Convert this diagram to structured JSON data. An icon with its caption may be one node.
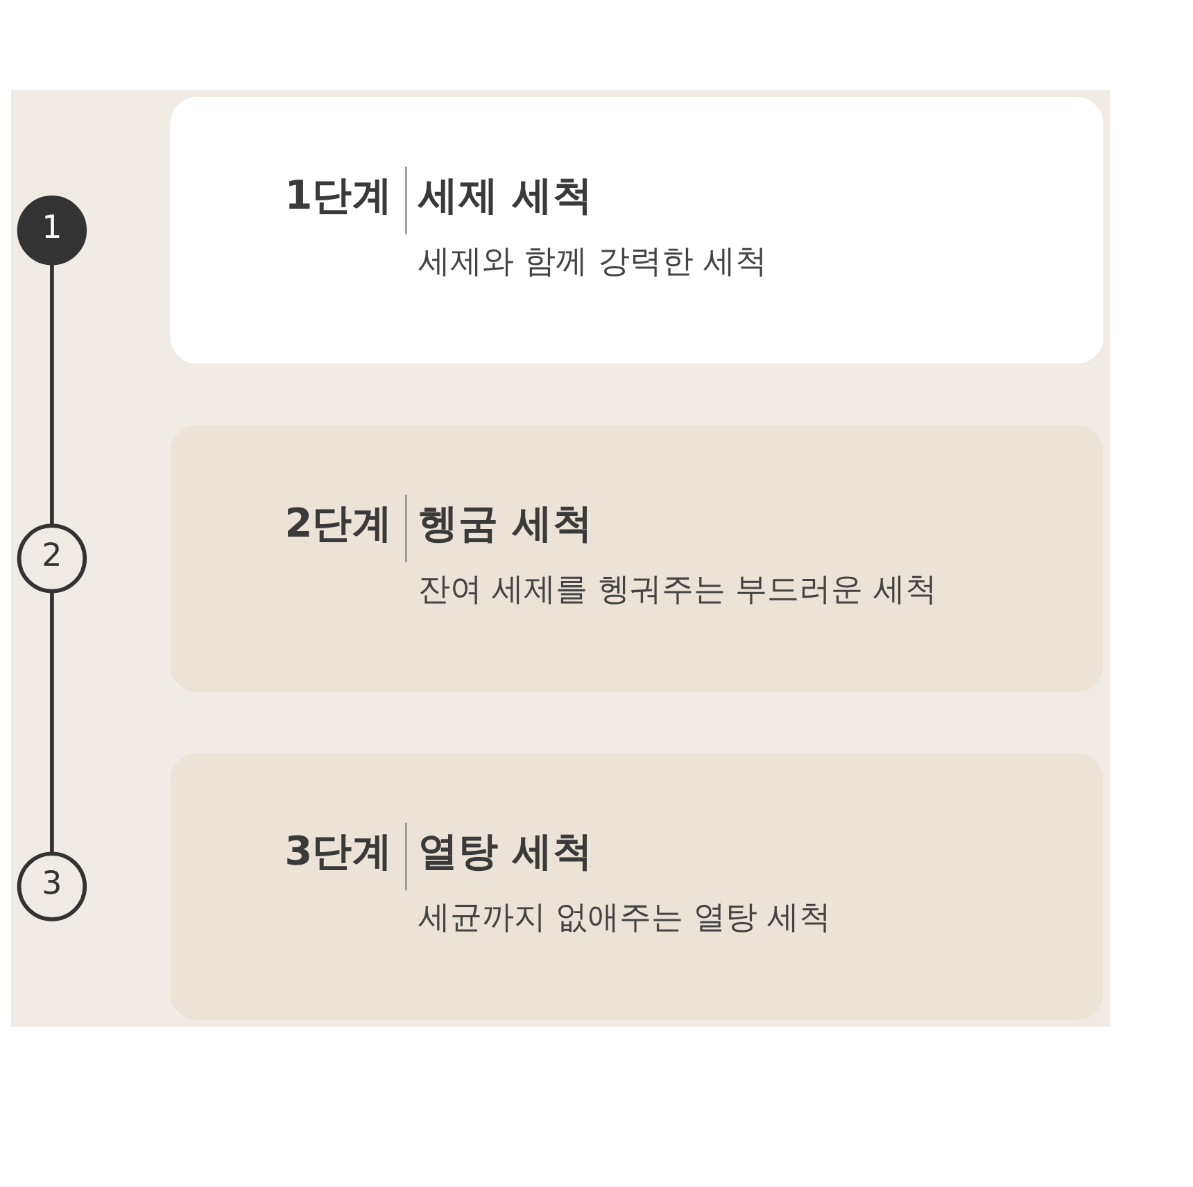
{
  "diagram": {
    "nodes": [
      {
        "text": [
          "1"
        ]
      },
      {
        "text": [
          "1단계",
          "세제 세척",
          "세제와 함께 강력한 세척"
        ]
      },
      {
        "text": [
          "2"
        ]
      },
      {
        "text": [
          "2단계",
          "헹굼 세척",
          "잔여 세제를 헹궈주는 부드러운 세척"
        ]
      },
      {
        "text": [
          "3"
        ]
      },
      {
        "text": [
          "3단계",
          "열탕 세척",
          "세균까지 없애주는 열탕 세척"
        ]
      }
    ],
    "edges": [
      {
        "from": 0,
        "to": 2,
        "arrow": "none"
      },
      {
        "from": 2,
        "to": 4,
        "arrow": "none"
      }
    ]
  }
}
